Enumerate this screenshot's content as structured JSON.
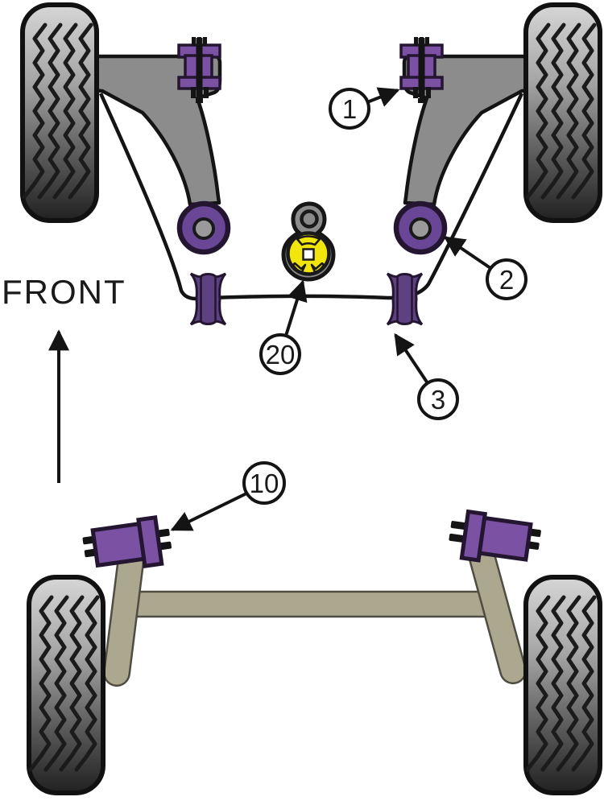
{
  "diagram": {
    "title_none": "",
    "front_label": "FRONT",
    "callouts": [
      {
        "label": "1"
      },
      {
        "label": "2"
      },
      {
        "label": "3"
      },
      {
        "label": "20"
      },
      {
        "label": "10"
      }
    ],
    "colors": {
      "bushing_purple": "#7B51A4",
      "antirollbar_bushing_purple": "#5D4180",
      "outline_dark_purple": "#241631",
      "engine_insert_yellow": "#F1E50B",
      "arm_gray": "#8C8C8C",
      "rear_axle_olive": "#ACA78F",
      "line_black": "#1A1A1A"
    }
  }
}
